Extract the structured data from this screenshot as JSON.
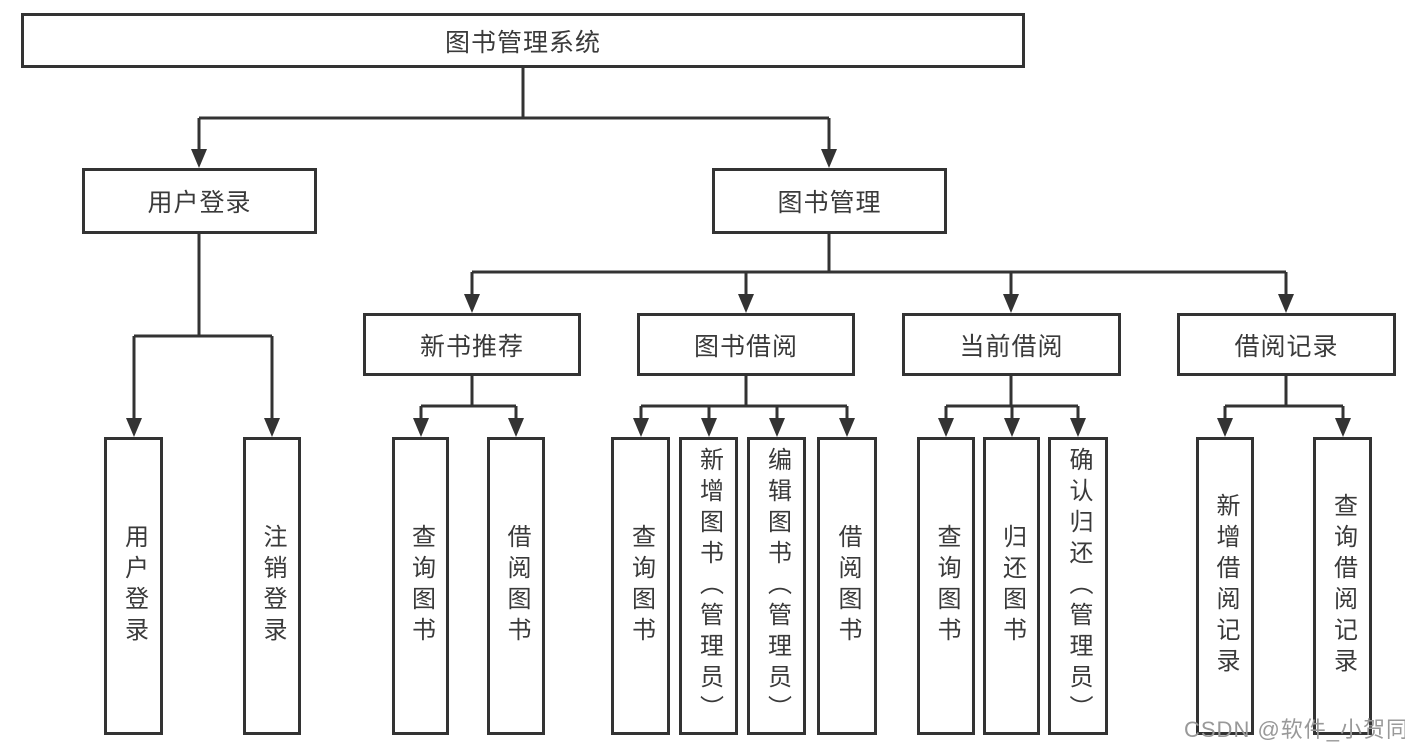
{
  "tree": {
    "root_label": "图书管理系统",
    "branches": [
      {
        "label": "用户登录",
        "leaves": [
          {
            "label": "用户登录"
          },
          {
            "label": "注销登录"
          }
        ]
      },
      {
        "label": "图书管理",
        "groups": [
          {
            "label": "新书推荐",
            "leaves": [
              {
                "label": "查询图书"
              },
              {
                "label": "借阅图书"
              }
            ]
          },
          {
            "label": "图书借阅",
            "leaves": [
              {
                "label": "查询图书"
              },
              {
                "label": "新增图书（管理员）"
              },
              {
                "label": "编辑图书（管理员）"
              },
              {
                "label": "借阅图书"
              }
            ]
          },
          {
            "label": "当前借阅",
            "leaves": [
              {
                "label": "查询图书"
              },
              {
                "label": "归还图书"
              },
              {
                "label": "确认归还（管理员）"
              }
            ]
          },
          {
            "label": "借阅记录",
            "leaves": [
              {
                "label": "新增借阅记录"
              },
              {
                "label": "查询借阅记录"
              }
            ]
          }
        ]
      }
    ]
  },
  "watermark": {
    "text": "CSDN @软件_小贺同学"
  },
  "colors": {
    "line": "#333333",
    "box_border": "#333333",
    "text": "#3a3a3a",
    "watermark": "#999999",
    "background": "#ffffff"
  }
}
